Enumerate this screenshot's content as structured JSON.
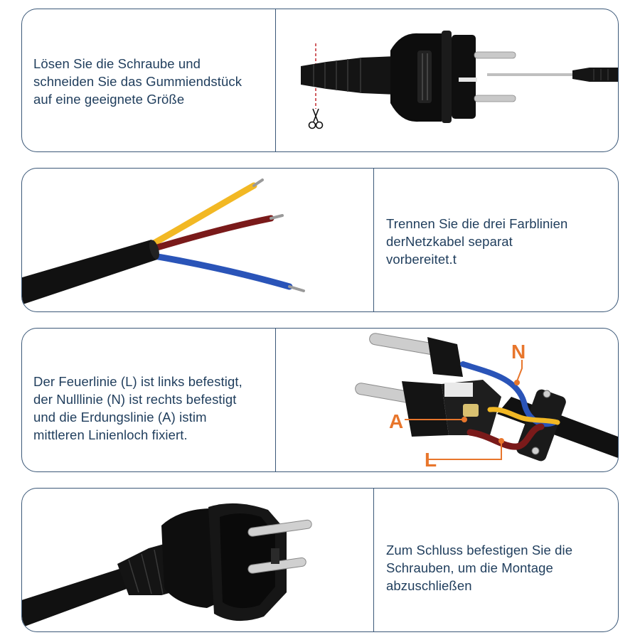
{
  "steps": [
    {
      "lines": [
        "Lösen Sie die Schraube und",
        "schneiden Sie das Gummiendstück",
        "auf eine geeignete Größe"
      ]
    },
    {
      "lines": [
        "Trennen Sie die drei Farblinien",
        "derNetzkabel separat",
        "vorbereitet.t"
      ]
    },
    {
      "lines": [
        "Der Feuerlinie (L) ist links befestigt,",
        "der Nulllinie (N) ist rechts befestigt",
        "und die Erdungslinie (A) istim",
        "mittleren Linienloch fixiert."
      ]
    },
    {
      "lines": [
        "Zum Schluss befestigen Sie die",
        "Schrauben, um die Montage",
        "abzuschließen"
      ]
    }
  ],
  "labels": {
    "n": "N",
    "a": "A",
    "l": "L"
  },
  "colors": {
    "border": "#3b5878",
    "text": "#1f3d5c",
    "label": "#e8762c",
    "yellow": "#f2b824",
    "brown": "#7a1a1a",
    "blue": "#2a54b8"
  },
  "icons": [
    "scissors-icon",
    "plug-icon",
    "cable-icon",
    "screwdriver-icon"
  ]
}
